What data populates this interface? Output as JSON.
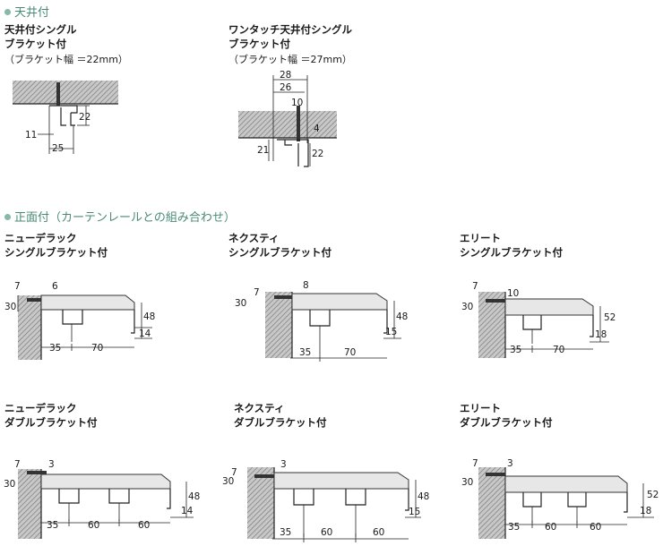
{
  "sections": {
    "ceiling": "天井付",
    "wall": "正面付（カーテンレールとの組み合わせ）"
  },
  "ceiling_items": [
    {
      "title1": "天井付シングル",
      "title2": "ブラケット付",
      "note": "（ブラケット幅 ＝22mm）",
      "dims": {
        "h": "22",
        "left": "11",
        "width": "25"
      }
    },
    {
      "title1": "ワンタッチ天井付シングル",
      "title2": "ブラケット付",
      "note": "（ブラケット幅 ＝27mm）",
      "dims": {
        "w28": "28",
        "w26": "26",
        "d10": "10",
        "d4": "4",
        "h21": "21",
        "h22": "22"
      }
    }
  ],
  "wall_items": [
    {
      "title1": "ニューデラック",
      "title2": "シングルブラケット付",
      "dims": {
        "a": "7",
        "b": "6",
        "c": "30",
        "h": "48",
        "r": "14",
        "w1": "35",
        "w2": "70"
      }
    },
    {
      "title1": "ネクスティ",
      "title2": "シングルブラケット付",
      "dims": {
        "a": "7",
        "b": "8",
        "c": "30",
        "h": "48",
        "r": "15",
        "w1": "35",
        "w2": "70"
      }
    },
    {
      "title1": "エリート",
      "title2": "シングルブラケット付",
      "dims": {
        "a": "7",
        "b": "10",
        "c": "30",
        "h": "52",
        "r": "18",
        "w1": "35",
        "w2": "70"
      }
    },
    {
      "title1": "ニューデラック",
      "title2": "ダブルブラケット付",
      "dims": {
        "a": "7",
        "b": "3",
        "c": "30",
        "h": "48",
        "r": "14",
        "w1": "35",
        "w2": "60",
        "w3": "60"
      }
    },
    {
      "title1": "ネクスティ",
      "title2": "ダブルブラケット付",
      "dims": {
        "a": "7",
        "b": "3",
        "c": "30",
        "h": "48",
        "r": "15",
        "w1": "35",
        "w2": "60",
        "w3": "60"
      }
    },
    {
      "title1": "エリート",
      "title2": "ダブルブラケット付",
      "dims": {
        "a": "7",
        "b": "3",
        "c": "30",
        "h": "52",
        "r": "18",
        "w1": "35",
        "w2": "60",
        "w3": "60"
      }
    }
  ]
}
